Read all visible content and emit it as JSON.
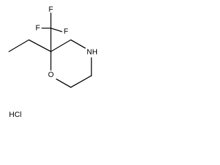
{
  "molecule": {
    "atoms": {
      "f1": "F",
      "f2": "F",
      "f3": "F",
      "nh": "NH",
      "o": "O"
    },
    "salt": "HCl"
  }
}
